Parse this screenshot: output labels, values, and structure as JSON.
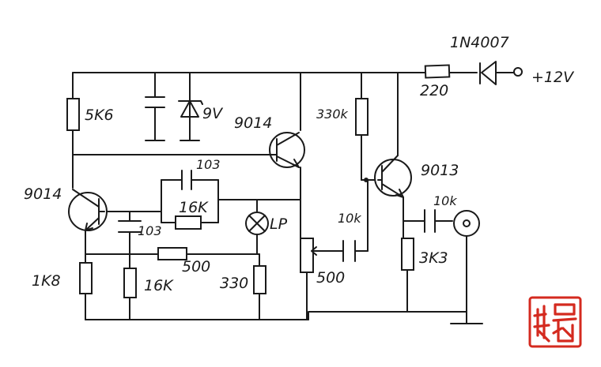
{
  "supply": {
    "voltage": "+12V",
    "diode": "1N4007",
    "series_resistor": "220"
  },
  "components": {
    "r_5k6": "5K6",
    "zener": "9V",
    "q1": "9014",
    "q2": "9014",
    "q3": "9013",
    "r_330k": "330k",
    "c_103_top": "103",
    "r_16k_fb": "16K",
    "c_103_left": "103",
    "lamp": "LP",
    "c_10k_mid": "10k",
    "c_10k_out": "10k",
    "r_500_h": "500",
    "pot_500": "500",
    "r_1k8": "1K8",
    "r_16k_bottom": "16K",
    "r_330": "330",
    "r_3k3": "3K3"
  },
  "colors": {
    "ink": "#1a1a1a",
    "seal": "#d42a1f"
  },
  "seal": {
    "label": "red-seal-stamp"
  }
}
